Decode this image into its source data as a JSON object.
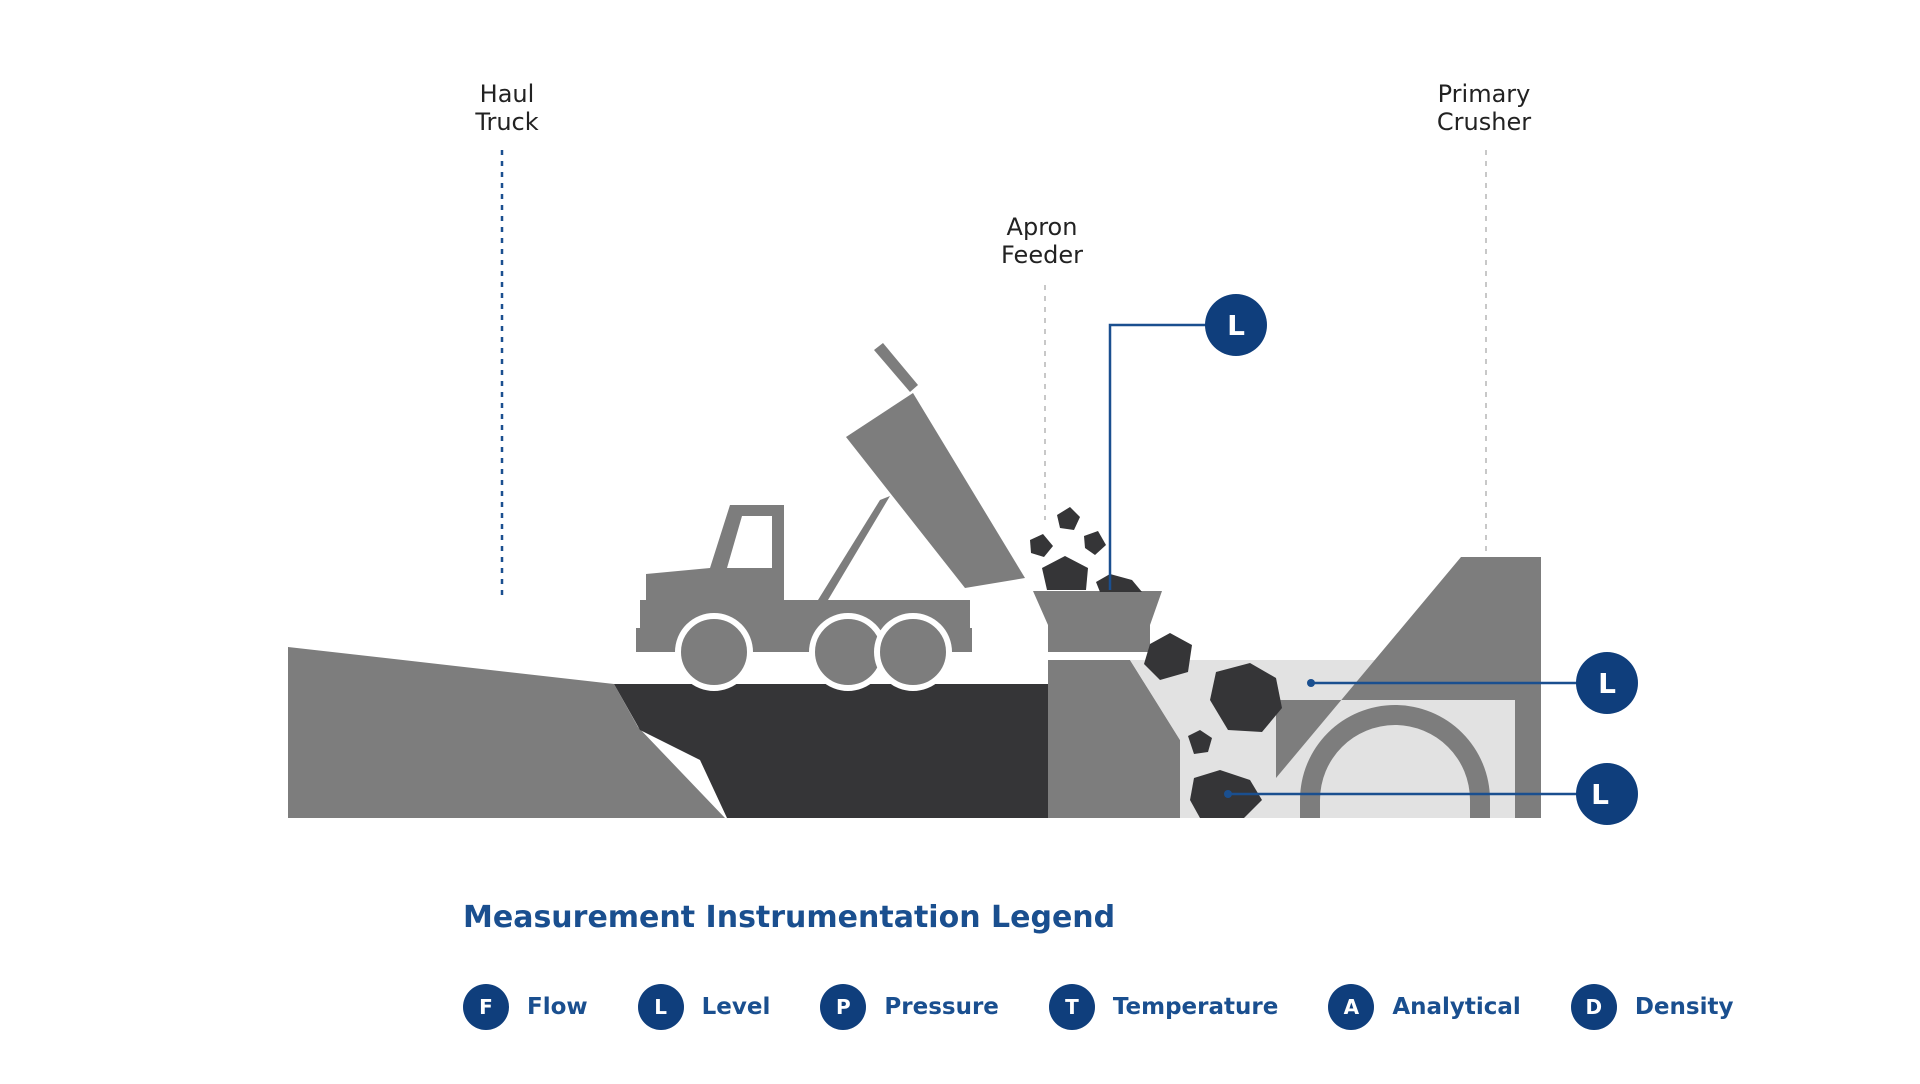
{
  "labels": {
    "haul_truck": [
      "Haul",
      "Truck"
    ],
    "apron_feeder": [
      "Apron",
      "Feeder"
    ],
    "primary_crusher": [
      "Primary",
      "Crusher"
    ]
  },
  "instruments": {
    "apron_level": "L",
    "crusher_level_upper": "L",
    "crusher_level_lower": "L"
  },
  "legend": {
    "title": "Measurement Instrumentation Legend",
    "items": [
      {
        "symbol": "F",
        "label": "Flow"
      },
      {
        "symbol": "L",
        "label": "Level"
      },
      {
        "symbol": "P",
        "label": "Pressure"
      },
      {
        "symbol": "T",
        "label": "Temperature"
      },
      {
        "symbol": "A",
        "label": "Analytical"
      },
      {
        "symbol": "D",
        "label": "Density"
      }
    ]
  },
  "colors": {
    "instrument_blue": "#0f3e7c",
    "legend_text_blue": "#1a4f8f",
    "equipment_gray": "#7a7a7a",
    "dark_pit": "#353537",
    "light_chamber": "#e2e2e2"
  }
}
